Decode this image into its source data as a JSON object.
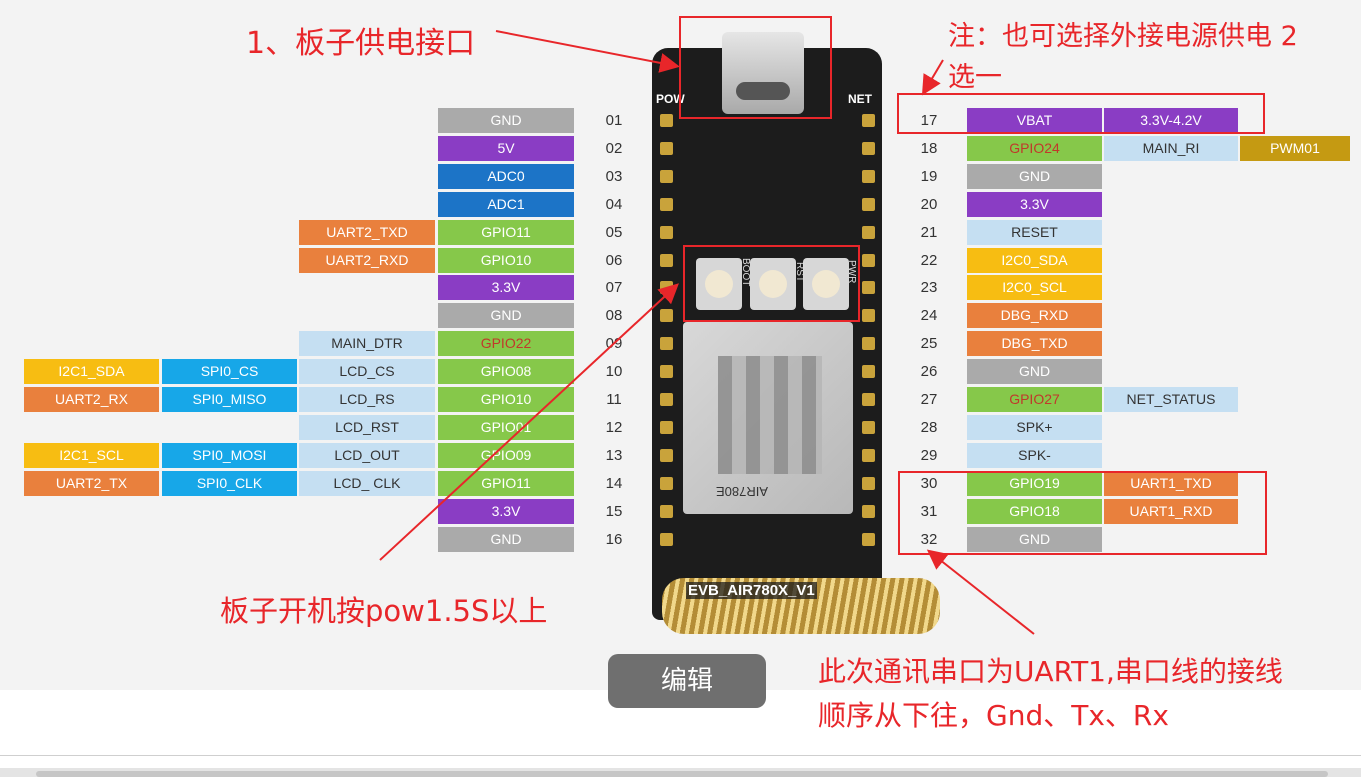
{
  "colors": {
    "gray": "#aaaaaa",
    "purple": "#8a3dc4",
    "blue": "#1c74c7",
    "green": "#86c84a",
    "orange": "#e9803d",
    "yellow": "#f7bd12",
    "cyan": "#17a7e8",
    "lightblue": "#c5dff2",
    "gold": "#c59a12",
    "annotation": "#e8262a"
  },
  "left_pins": [
    {
      "num": "01",
      "cells": [
        {
          "t": "GND",
          "c": "gray"
        }
      ]
    },
    {
      "num": "02",
      "cells": [
        {
          "t": "5V",
          "c": "purple"
        }
      ]
    },
    {
      "num": "03",
      "cells": [
        {
          "t": "ADC0",
          "c": "blue"
        }
      ]
    },
    {
      "num": "04",
      "cells": [
        {
          "t": "ADC1",
          "c": "blue"
        }
      ]
    },
    {
      "num": "05",
      "cells": [
        {
          "t": "GPIO11",
          "c": "green"
        },
        {
          "t": "UART2_TXD",
          "c": "orange"
        }
      ]
    },
    {
      "num": "06",
      "cells": [
        {
          "t": "GPIO10",
          "c": "green"
        },
        {
          "t": "UART2_RXD",
          "c": "orange"
        }
      ]
    },
    {
      "num": "07",
      "cells": [
        {
          "t": "3.3V",
          "c": "purple"
        }
      ]
    },
    {
      "num": "08",
      "cells": [
        {
          "t": "GND",
          "c": "gray"
        }
      ]
    },
    {
      "num": "09",
      "cells": [
        {
          "t": "GPIO22",
          "c": "green",
          "fg": "#c0392b"
        },
        {
          "t": "MAIN_DTR",
          "c": "lightblue"
        }
      ]
    },
    {
      "num": "10",
      "cells": [
        {
          "t": "GPIO08",
          "c": "green"
        },
        {
          "t": "LCD_CS",
          "c": "lightblue"
        },
        {
          "t": "SPI0_CS",
          "c": "cyan"
        },
        {
          "t": "I2C1_SDA",
          "c": "yellow"
        }
      ]
    },
    {
      "num": "11",
      "cells": [
        {
          "t": "GPIO10",
          "c": "green"
        },
        {
          "t": "LCD_RS",
          "c": "lightblue"
        },
        {
          "t": "SPI0_MISO",
          "c": "cyan"
        },
        {
          "t": "UART2_RX",
          "c": "orange"
        }
      ]
    },
    {
      "num": "12",
      "cells": [
        {
          "t": "GPIO01",
          "c": "green"
        },
        {
          "t": "LCD_RST",
          "c": "lightblue"
        }
      ]
    },
    {
      "num": "13",
      "cells": [
        {
          "t": "GPIO09",
          "c": "green"
        },
        {
          "t": "LCD_OUT",
          "c": "lightblue"
        },
        {
          "t": "SPI0_MOSI",
          "c": "cyan"
        },
        {
          "t": "I2C1_SCL",
          "c": "yellow"
        }
      ]
    },
    {
      "num": "14",
      "cells": [
        {
          "t": "GPIO11",
          "c": "green"
        },
        {
          "t": "LCD_ CLK",
          "c": "lightblue"
        },
        {
          "t": "SPI0_CLK",
          "c": "cyan"
        },
        {
          "t": "UART2_TX",
          "c": "orange"
        }
      ]
    },
    {
      "num": "15",
      "cells": [
        {
          "t": "3.3V",
          "c": "purple"
        }
      ]
    },
    {
      "num": "16",
      "cells": [
        {
          "t": "GND",
          "c": "gray"
        }
      ]
    }
  ],
  "right_pins": [
    {
      "num": "17",
      "cells": [
        {
          "t": "VBAT",
          "c": "purple"
        },
        {
          "t": "3.3V-4.2V",
          "c": "purple"
        }
      ]
    },
    {
      "num": "18",
      "cells": [
        {
          "t": "GPIO24",
          "c": "green",
          "fg": "#c0392b"
        },
        {
          "t": "MAIN_RI",
          "c": "lightblue"
        },
        {
          "t": "PWM01",
          "c": "gold"
        }
      ]
    },
    {
      "num": "19",
      "cells": [
        {
          "t": "GND",
          "c": "gray"
        }
      ]
    },
    {
      "num": "20",
      "cells": [
        {
          "t": "3.3V",
          "c": "purple"
        }
      ]
    },
    {
      "num": "21",
      "cells": [
        {
          "t": "RESET",
          "c": "lightblue"
        }
      ]
    },
    {
      "num": "22",
      "cells": [
        {
          "t": "I2C0_SDA",
          "c": "yellow"
        }
      ]
    },
    {
      "num": "23",
      "cells": [
        {
          "t": "I2C0_SCL",
          "c": "yellow"
        }
      ]
    },
    {
      "num": "24",
      "cells": [
        {
          "t": "DBG_RXD",
          "c": "orange"
        }
      ]
    },
    {
      "num": "25",
      "cells": [
        {
          "t": "DBG_TXD",
          "c": "orange"
        }
      ]
    },
    {
      "num": "26",
      "cells": [
        {
          "t": "GND",
          "c": "gray"
        }
      ]
    },
    {
      "num": "27",
      "cells": [
        {
          "t": "GPIO27",
          "c": "green",
          "fg": "#c0392b"
        },
        {
          "t": "NET_STATUS",
          "c": "lightblue"
        }
      ]
    },
    {
      "num": "28",
      "cells": [
        {
          "t": "SPK+",
          "c": "lightblue"
        }
      ]
    },
    {
      "num": "29",
      "cells": [
        {
          "t": "SPK-",
          "c": "lightblue"
        }
      ]
    },
    {
      "num": "30",
      "cells": [
        {
          "t": "GPIO19",
          "c": "green"
        },
        {
          "t": "UART1_TXD",
          "c": "orange"
        }
      ]
    },
    {
      "num": "31",
      "cells": [
        {
          "t": "GPIO18",
          "c": "green"
        },
        {
          "t": "UART1_RXD",
          "c": "orange"
        }
      ]
    },
    {
      "num": "32",
      "cells": [
        {
          "t": "GND",
          "c": "gray"
        }
      ]
    }
  ],
  "annotations": {
    "power_port": "1、板子供电接口",
    "external_power_line1": "注：也可选择外接电源供电 2",
    "external_power_line2": "选一",
    "power_button": "板子开机按pow1.5S以上",
    "uart_line1": "此次通讯串口为UART1,串口线的接线",
    "uart_line2": "顺序从下往，Gnd、Tx、Rx"
  },
  "board": {
    "pow_label": "POW",
    "net_label": "NET",
    "button_labels": [
      "BOOT",
      "RST",
      "PWR"
    ],
    "module_text": "AIR780E",
    "board_text": "EVB_AIR780X_V1"
  },
  "edit_button": "编辑"
}
